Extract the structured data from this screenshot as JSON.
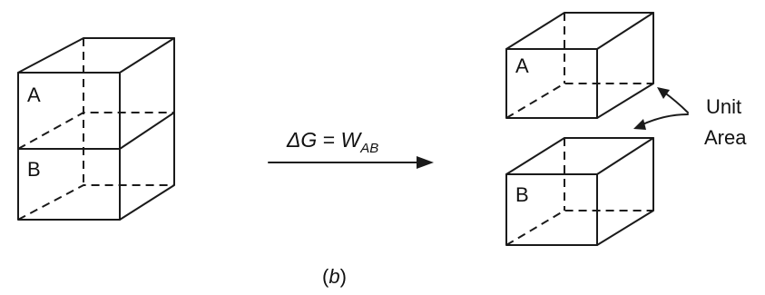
{
  "left_stack": {
    "top_block_label": "A",
    "bottom_block_label": "B"
  },
  "equation": {
    "delta": "ΔG",
    "equals": " = ",
    "work": "W",
    "work_subscript": "AB"
  },
  "separated_blocks": {
    "top_block_label": "A",
    "bottom_block_label": "B"
  },
  "unit_area_label": {
    "line1": "Unit",
    "line2": "Area"
  },
  "caption": {
    "open": "(",
    "letter": "b",
    "close": ")"
  }
}
